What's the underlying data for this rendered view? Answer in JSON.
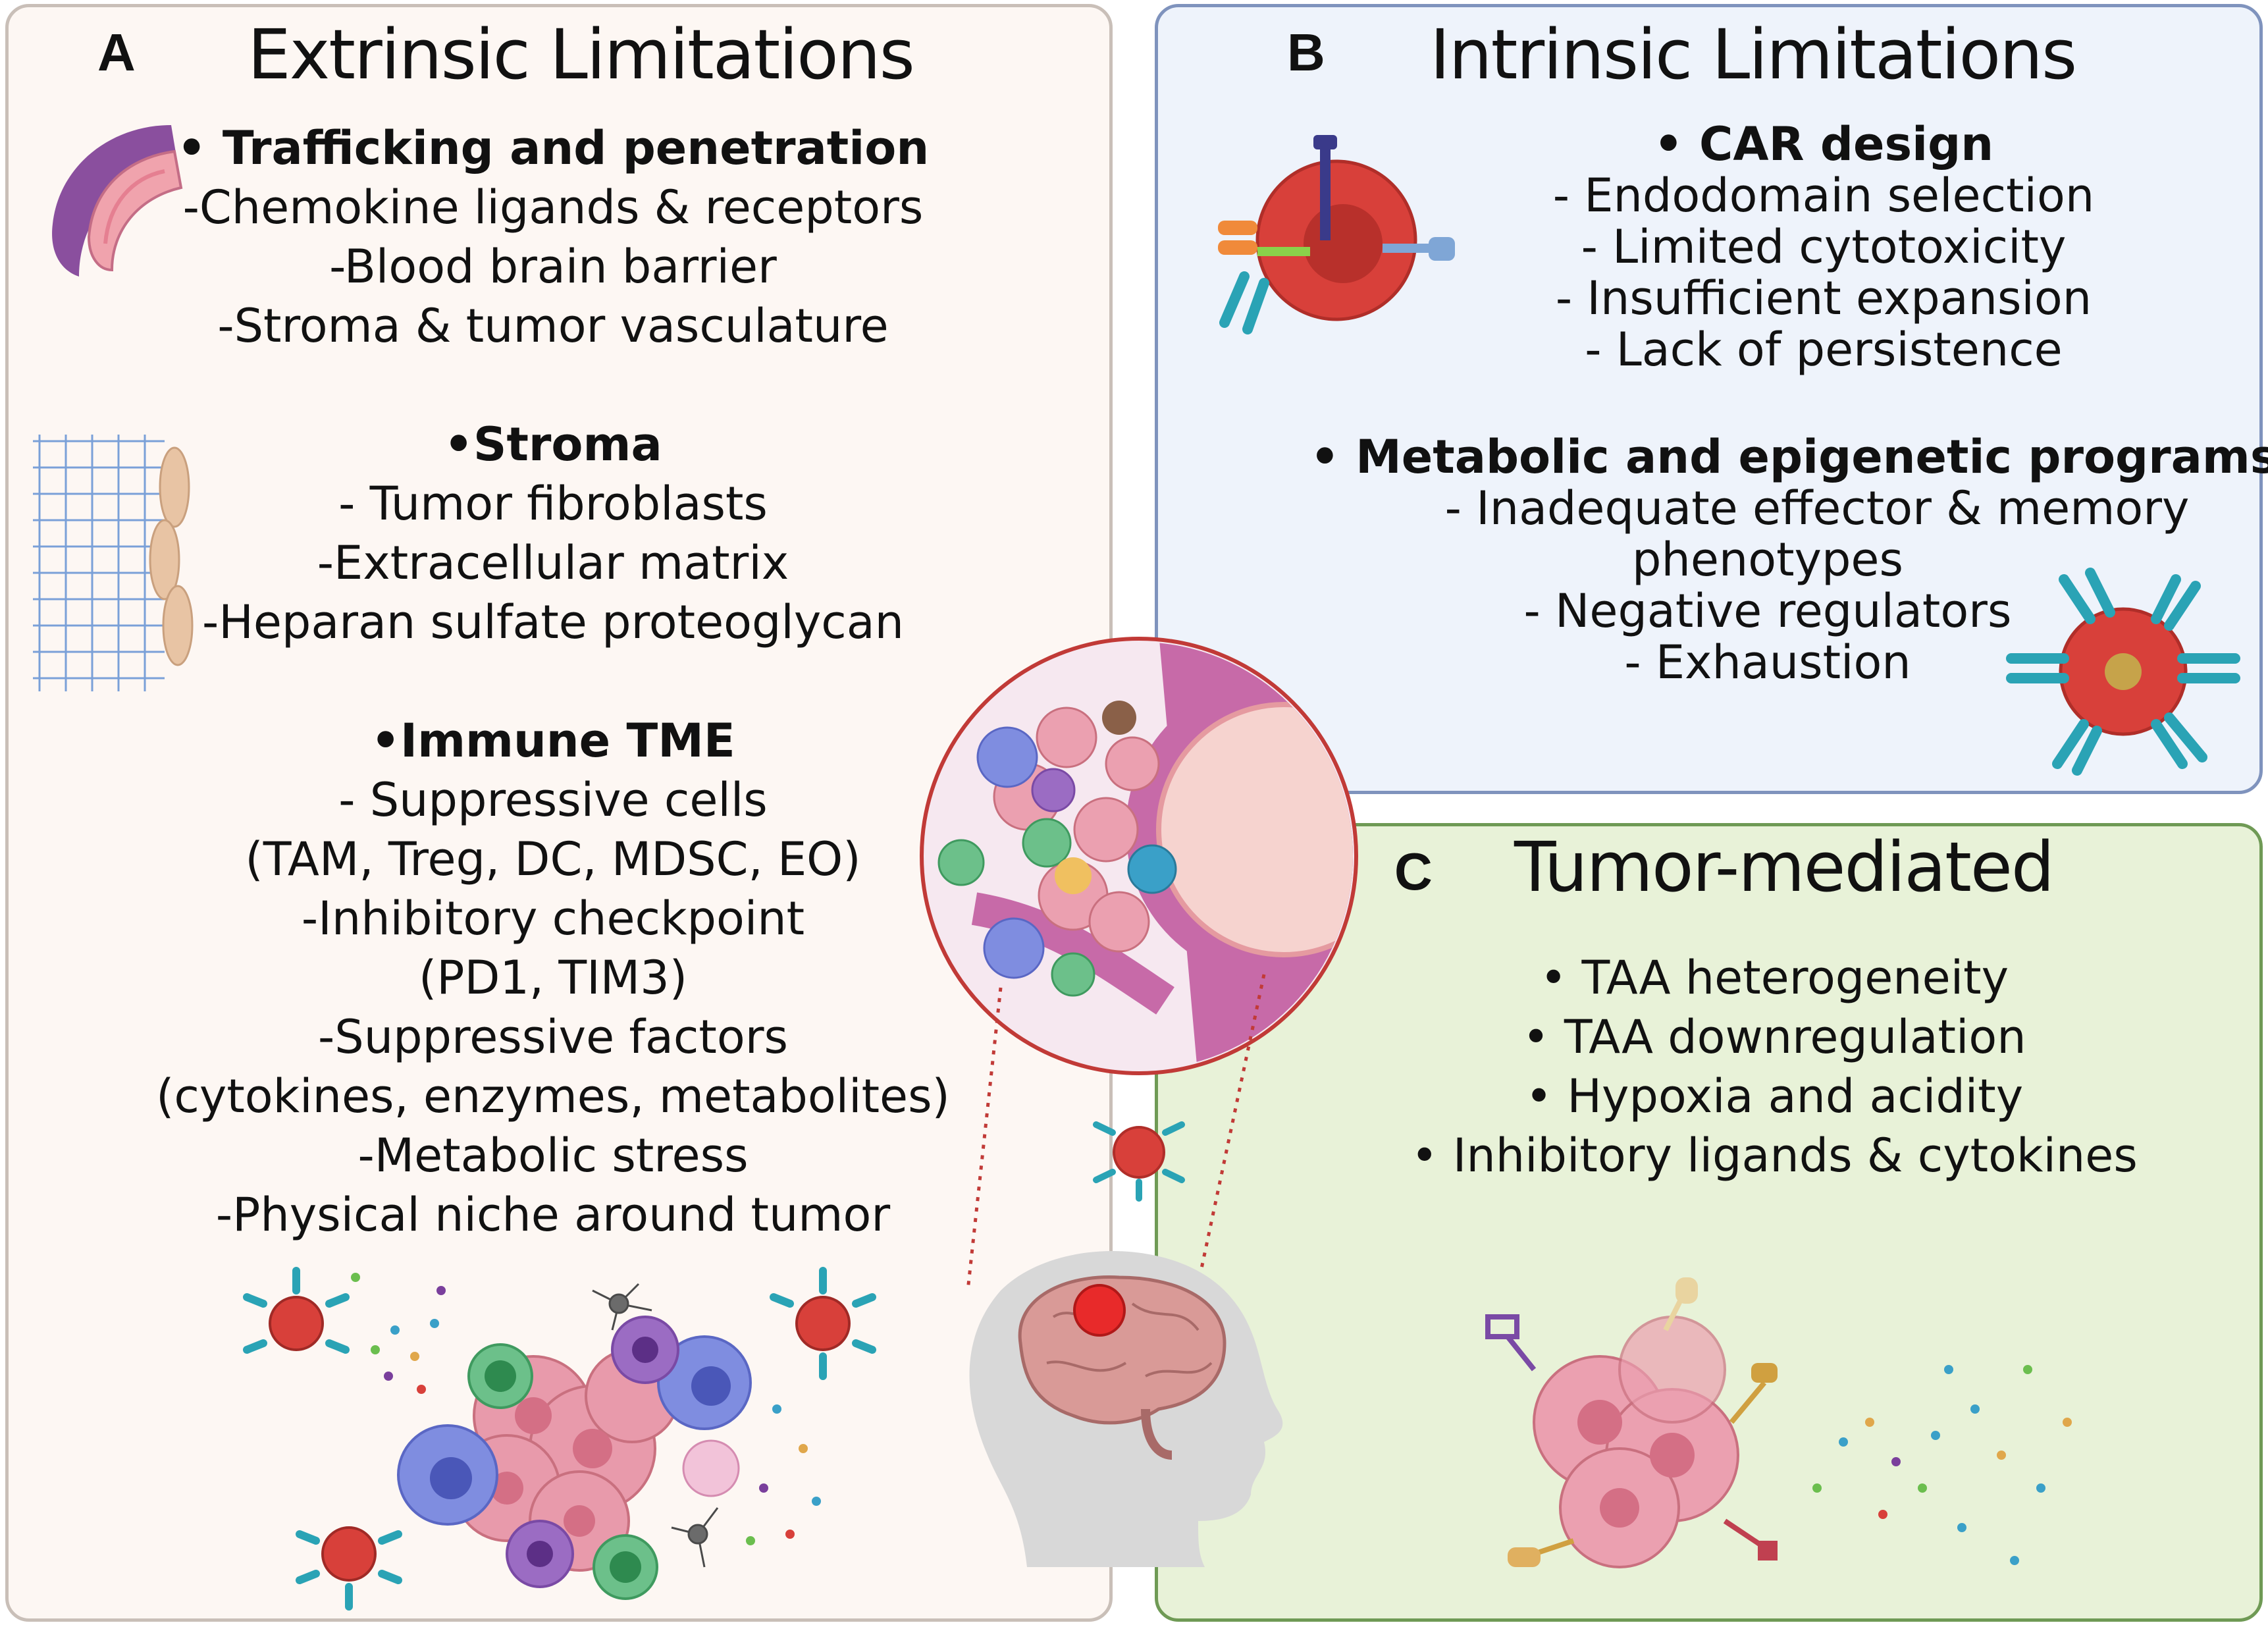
{
  "panel_a": {
    "letter": "A",
    "title": "Extrinsic Limitations",
    "sections": [
      {
        "heading": "• Trafficking and penetration",
        "items": [
          "-Chemokine ligands & receptors",
          "-Blood brain barrier",
          "-Stroma & tumor vasculature"
        ]
      },
      {
        "heading": "•Stroma",
        "items": [
          "- Tumor fibroblasts",
          "-Extracellular matrix",
          "-Heparan sulfate proteoglycan"
        ]
      },
      {
        "heading": "•Immune TME",
        "items": [
          "- Suppressive cells",
          "(TAM, Treg, DC, MDSC, EO)",
          "-Inhibitory checkpoint",
          "(PD1, TIM3)",
          "-Suppressive factors",
          "(cytokines, enzymes, metabolites)",
          "-Metabolic stress",
          "-Physical niche around tumor"
        ]
      }
    ]
  },
  "panel_b": {
    "letter": "B",
    "title": "Intrinsic Limitations",
    "sections": [
      {
        "heading": "• CAR design",
        "items": [
          "- Endodomain selection",
          "- Limited cytotoxicity",
          "- Insufficient expansion",
          "- Lack of persistence"
        ]
      },
      {
        "heading": "• Metabolic and epigenetic programs",
        "items": [
          "- Inadequate effector & memory",
          "phenotypes",
          "- Negative regulators",
          "- Exhaustion"
        ]
      }
    ]
  },
  "panel_c": {
    "letter": "C",
    "title": "Tumor-mediated",
    "items": [
      "• TAA heterogeneity",
      "• TAA downregulation",
      "• Hypoxia and acidity",
      "• Inhibitory ligands & cytokines"
    ]
  },
  "colors": {
    "panel_a_bg": "#fdf7f3",
    "panel_b_bg": "#eef3fb",
    "panel_c_bg": "#e8f2d8",
    "car_t_cell": "#d8403a",
    "receptor": "#2aa3b5",
    "tumor_cell": "#e89aab",
    "vessel": "#c76aa8"
  }
}
